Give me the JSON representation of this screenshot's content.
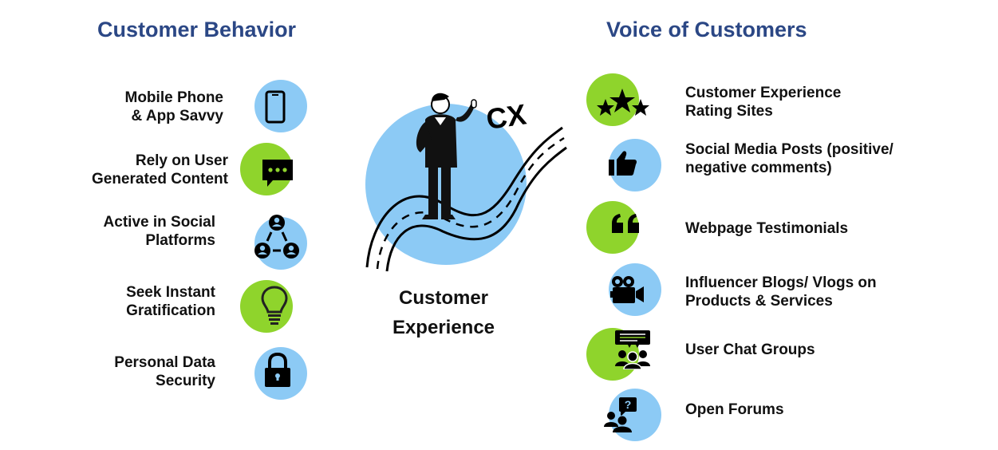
{
  "colors": {
    "title": "#2b4785",
    "blue": "#8ccaf5",
    "green": "#8fd42c",
    "text": "#111111"
  },
  "left": {
    "title": "Customer Behavior",
    "items": [
      {
        "line1": "Mobile Phone",
        "line2": "& App Savvy",
        "icon": "mobile-phone-icon",
        "color": "blue"
      },
      {
        "line1": "Rely on User",
        "line2": "Generated Content",
        "icon": "chat-bubble-icon",
        "color": "green"
      },
      {
        "line1": "Active in Social",
        "line2": "Platforms",
        "icon": "social-network-icon",
        "color": "blue"
      },
      {
        "line1": "Seek Instant",
        "line2": "Gratification",
        "icon": "lightbulb-icon",
        "color": "green"
      },
      {
        "line1": "Personal Data",
        "line2": "Security",
        "icon": "padlock-icon",
        "color": "blue"
      }
    ]
  },
  "center": {
    "badge": "CX",
    "label_line1": "Customer",
    "label_line2": "Experience"
  },
  "right": {
    "title": "Voice of Customers",
    "items": [
      {
        "line1": "Customer Experience",
        "line2": "Rating Sites",
        "icon": "three-stars-icon",
        "color": "green"
      },
      {
        "line1": "Social Media Posts (positive/",
        "line2": "negative comments)",
        "icon": "thumbs-up-icon",
        "color": "blue"
      },
      {
        "line1": "Webpage Testimonials",
        "line2": "",
        "icon": "quote-icon",
        "color": "green"
      },
      {
        "line1": "Influencer Blogs/ Vlogs on",
        "line2": "Products & Services",
        "icon": "video-camera-icon",
        "color": "blue"
      },
      {
        "line1": "User Chat Groups",
        "line2": "",
        "icon": "group-chat-icon",
        "color": "green"
      },
      {
        "line1": "Open Forums",
        "line2": "",
        "icon": "forum-question-icon",
        "color": "blue"
      }
    ]
  }
}
